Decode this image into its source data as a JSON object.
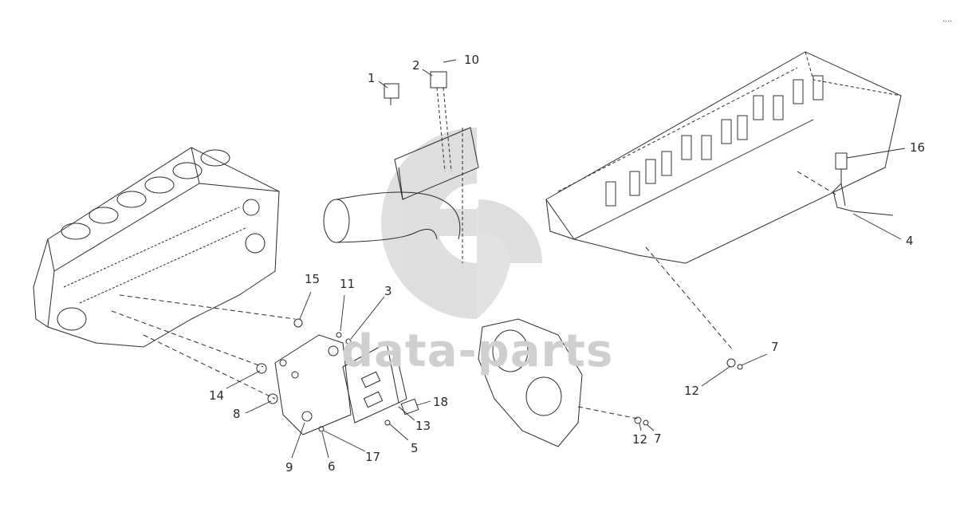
{
  "colors": {
    "line": "#2a2a2a",
    "light_line": "#555555",
    "watermark": "#d9d9d9",
    "watermark_text": "#cfcfcf"
  },
  "watermark": {
    "text": "data-parts",
    "logo_icon": "gp-logo-icon"
  },
  "corner_mark": "‥‥",
  "callouts": [
    {
      "id": "1",
      "label": "1"
    },
    {
      "id": "2",
      "label": "2"
    },
    {
      "id": "10",
      "label": "10"
    },
    {
      "id": "16",
      "label": "16"
    },
    {
      "id": "4",
      "label": "4"
    },
    {
      "id": "15",
      "label": "15"
    },
    {
      "id": "11",
      "label": "11"
    },
    {
      "id": "3",
      "label": "3"
    },
    {
      "id": "14",
      "label": "14"
    },
    {
      "id": "8",
      "label": "8"
    },
    {
      "id": "18",
      "label": "18"
    },
    {
      "id": "13",
      "label": "13"
    },
    {
      "id": "5",
      "label": "5"
    },
    {
      "id": "9",
      "label": "9"
    },
    {
      "id": "6",
      "label": "6"
    },
    {
      "id": "17",
      "label": "17"
    },
    {
      "id": "7a",
      "label": "7"
    },
    {
      "id": "12a",
      "label": "12"
    },
    {
      "id": "12b",
      "label": "12"
    },
    {
      "id": "7b",
      "label": "7"
    }
  ]
}
